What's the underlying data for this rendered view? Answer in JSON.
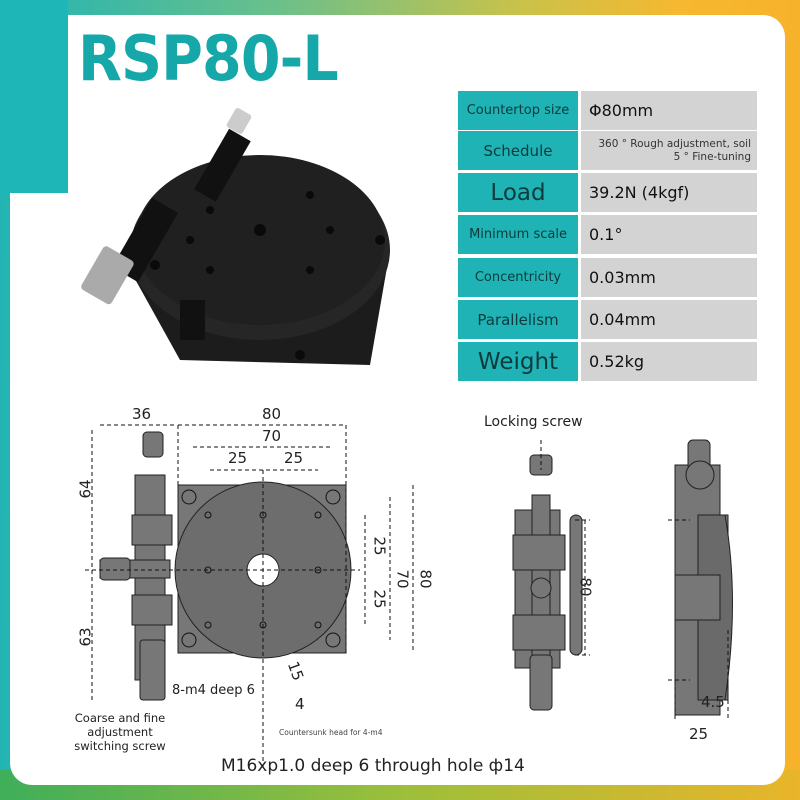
{
  "title": "RSP80-L",
  "specs": [
    {
      "label": "Countertop size",
      "value": "Φ80mm"
    },
    {
      "label": "Schedule",
      "value_line1": "360 ° Rough adjustment, soil",
      "value_line2": "5 ° Fine-tuning"
    },
    {
      "label": "Load",
      "value": "39.2N  (4kgf)"
    },
    {
      "label": "Minimum scale",
      "value": "0.1°"
    },
    {
      "label": "Concentricity",
      "value": "0.03mm"
    },
    {
      "label": "Parallelism",
      "value": "0.04mm"
    },
    {
      "label": "Weight",
      "value": "0.52kg"
    }
  ],
  "drawing": {
    "dims": {
      "d36": "36",
      "d80_top": "80",
      "d70_top": "70",
      "d25_left": "25",
      "d25_right": "25",
      "d64": "64",
      "d63": "63",
      "d25_v1": "25",
      "d25_v2": "25",
      "d70_v": "70",
      "d80_v": "80",
      "d15": "15",
      "d4": "4",
      "side80": "80",
      "d4_5": "4.5",
      "d25_side": "25"
    },
    "holes_note": "8-m4 deep 6",
    "screw_note_1": "Coarse and fine",
    "screw_note_2": "adjustment",
    "screw_note_3": "switching screw",
    "countersunk_note": "Countersunk head for 4-m4",
    "thread_note": "M16xp1.0 deep 6 through hole ф14",
    "locking_screw": "Locking screw"
  },
  "colors": {
    "accent": "#1fb3b5",
    "value_bg": "#d3d3d3"
  }
}
